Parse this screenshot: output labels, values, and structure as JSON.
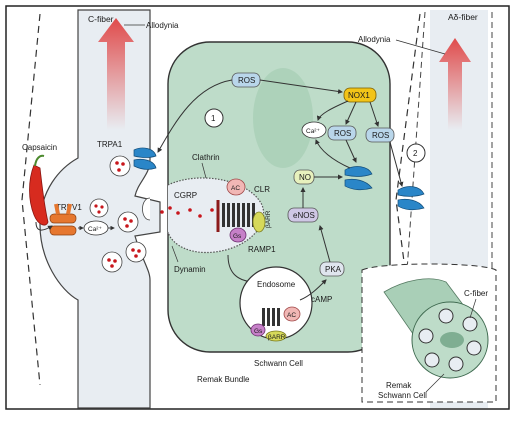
{
  "labels": {
    "c_fiber_top": "C-fiber",
    "allodynia_left": "Allodynia",
    "allodynia_right": "Allodynia",
    "a_delta_fiber": "Aδ-fiber",
    "capsaicin": "Capsaicin",
    "trpa1": "TRPA1",
    "trpv1": "TRPV1",
    "ca_neuron": "Ca²⁺",
    "clathrin": "Clathrin",
    "cgrp": "CGRP",
    "clr": "CLR",
    "barr": "βARR",
    "ac": "AC",
    "gs": "Gs",
    "ramp1": "RAMP1",
    "dynamin": "Dynamin",
    "endosome": "Endosome",
    "endo_ac": "AC",
    "endo_gs": "Gs",
    "endo_barr": "βARR",
    "camp": "cAMP",
    "pka": "PKA",
    "enos": "eNOS",
    "no": "NO",
    "ros_top": "ROS",
    "nox1": "NOX1",
    "ca_schwann": "Ca²⁺",
    "ros_mid": "ROS",
    "ros_right": "ROS",
    "step1": "1",
    "step2": "2",
    "schwann_cell": "Schwann Cell",
    "remak_bundle": "Remak Bundle",
    "inset_c_fiber": "C-fiber",
    "inset_remak": "Remak",
    "inset_schwann": "Schwann Cell"
  },
  "colors": {
    "schwann_fill": "#bedcc9",
    "neuron_fill": "#e8edf2",
    "ros_fill": "#b9d6ea",
    "nox1_fill": "#f2c418",
    "no_fill": "#e7f1bd",
    "enos_fill": "#cfc7e5",
    "pka_fill": "#dfe5ee",
    "trpa1_fill": "#2a86c8",
    "trpv1_fill": "#e6772f",
    "cgrp_dot": "#c8161c",
    "arrow_red": "#e04b4b"
  }
}
